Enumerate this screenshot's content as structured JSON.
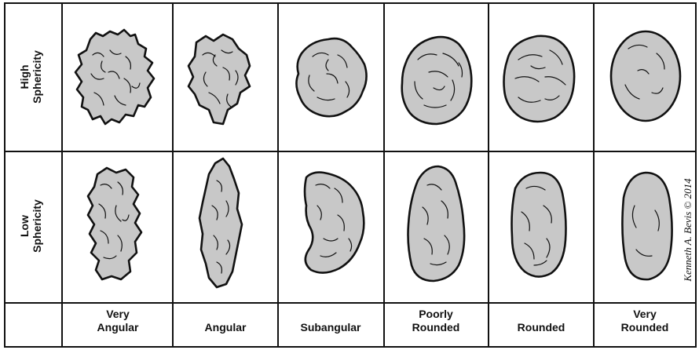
{
  "rows": [
    {
      "line1": "High",
      "line2": "Sphericity"
    },
    {
      "line1": "Low",
      "line2": "Sphericity"
    }
  ],
  "columns": [
    {
      "line1": "Very",
      "line2": "Angular"
    },
    {
      "line1": "",
      "line2": "Angular"
    },
    {
      "line1": "",
      "line2": "Subangular"
    },
    {
      "line1": "Poorly",
      "line2": "Rounded"
    },
    {
      "line1": "",
      "line2": "Rounded"
    },
    {
      "line1": "Very",
      "line2": "Rounded"
    }
  ],
  "copyright": "Kenneth A. Bevis © 2014",
  "colors": {
    "grain_fill": "#c8c8c8",
    "outline": "#111111"
  }
}
